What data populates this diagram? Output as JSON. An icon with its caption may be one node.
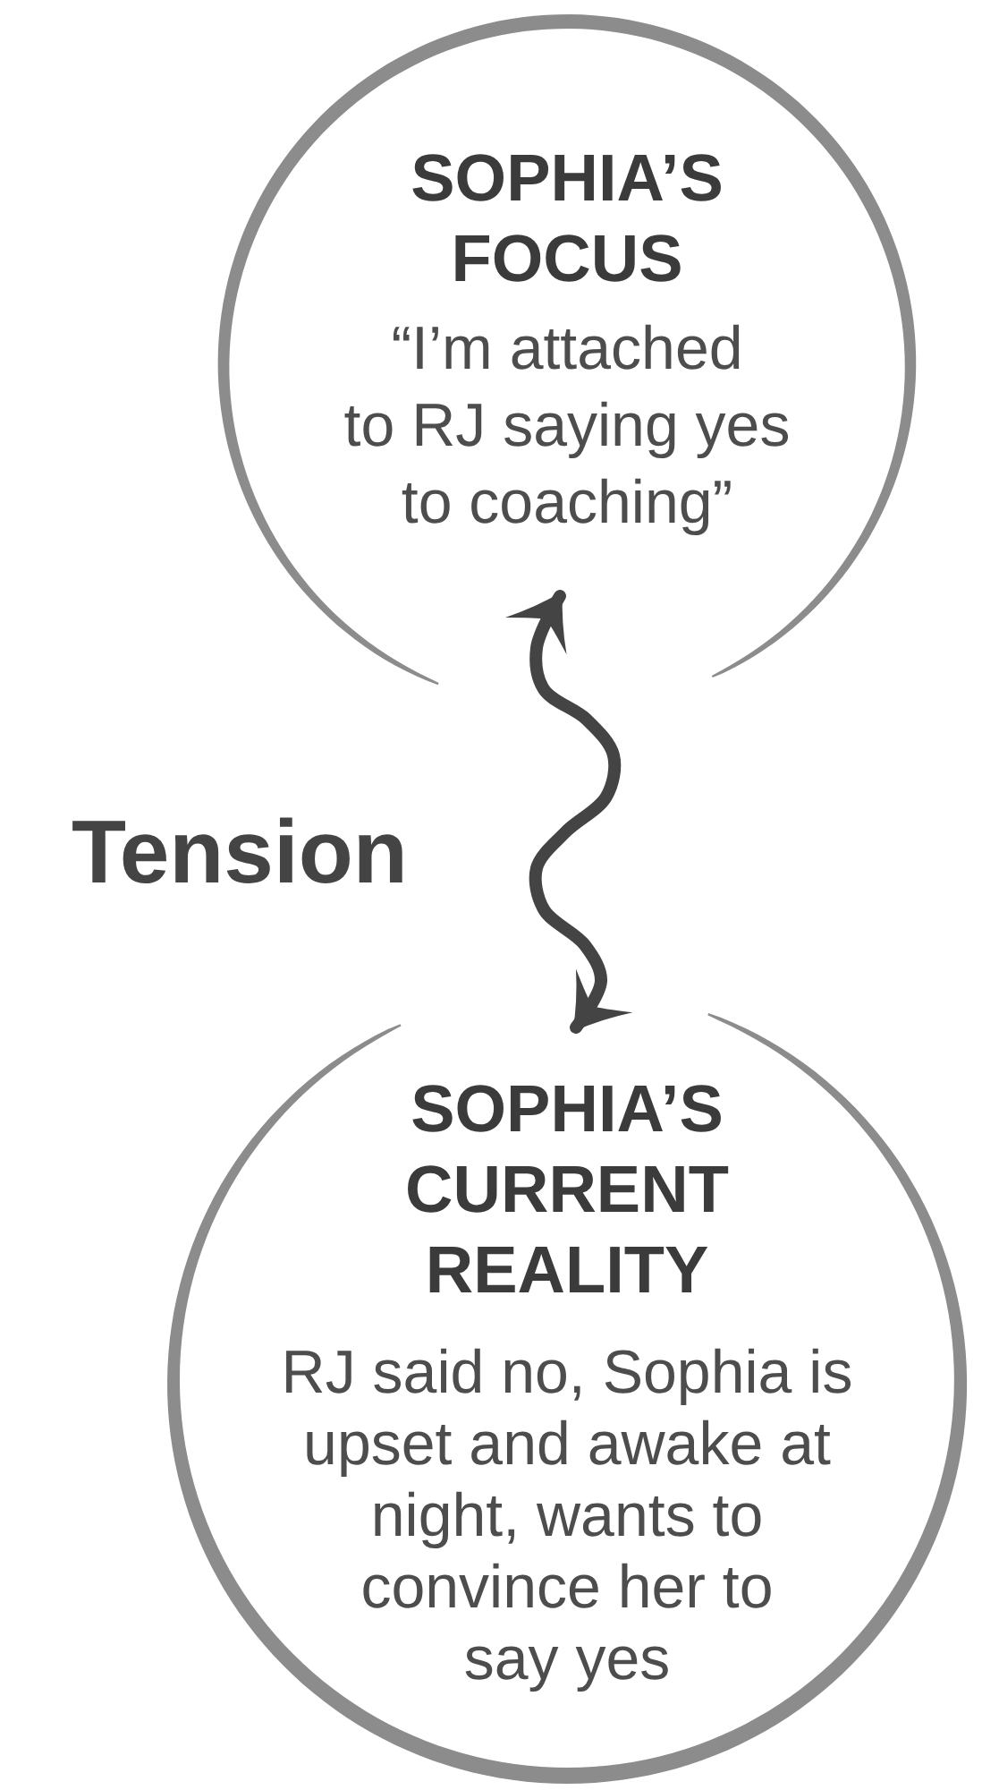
{
  "diagram": {
    "nodes": [
      {
        "text": [
          "SOPHIA’S FOCUS",
          "“I’m attached to RJ saying yes to coaching”"
        ]
      },
      {
        "text": [
          "SOPHIA’S CURRENT REALITY",
          "RJ said no, Sophia is upset and awake at night, wants to convince her to say yes"
        ]
      }
    ],
    "edges": [
      {
        "from": 0,
        "to": 1,
        "arrow": "both"
      }
    ],
    "labels": [
      "Tension"
    ]
  }
}
